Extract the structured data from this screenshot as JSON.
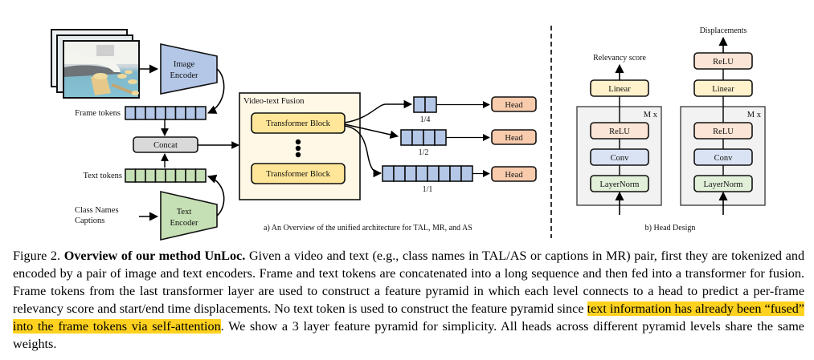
{
  "figure": {
    "left_panel": {
      "image_encoder_label": [
        "Image",
        "Encoder"
      ],
      "text_encoder_label": [
        "Text",
        "Encoder"
      ],
      "frame_tokens_label": "Frame tokens",
      "text_tokens_label": "Text tokens",
      "input_labels": [
        "Class Names",
        "Captions"
      ],
      "concat_label": "Concat",
      "fusion_title": "Video-text Fusion",
      "transformer_block_label": "Transformer Block",
      "pyramid_levels": [
        {
          "scale": "1/4",
          "tokens": 2
        },
        {
          "scale": "1/2",
          "tokens": 4
        },
        {
          "scale": "1/1",
          "tokens": 8
        }
      ],
      "head_label": "Head",
      "frame_token_count": 8,
      "text_token_count": 8,
      "subcaption": "a) An Overview of the unified architecture for TAL, MR, and AS"
    },
    "right_panel": {
      "relevancy_output": "Relevancy score",
      "displacement_output": "Displacements",
      "repeat_label": "M x",
      "linear_label": "Linear",
      "relu_label": "ReLU",
      "conv_label": "Conv",
      "layernorm_label": "LayerNorm",
      "subcaption": "b) Head Design"
    },
    "colors": {
      "frame_token": "#b4c7e7",
      "text_token": "#c5e0b4",
      "concat": "#d9d9d9",
      "fusion_bg": "#fff8e7",
      "transformer": "#ffe699",
      "head": "#f8cbad",
      "linear": "#fff2cc",
      "relu": "#fbe5d6",
      "conv": "#dae3f3",
      "layernorm": "#e2f0d9",
      "repeat_bg": "#f2f2f2",
      "highlight": "#ffd21f"
    }
  },
  "caption": {
    "prefix": "Figure 2.",
    "title": "Overview of our method UnLoc.",
    "text_1": "Given a video and text (e.g., class names in TAL/AS or captions in MR) pair, first they are tokenized and encoded by a pair of image and text encoders. Frame and text tokens are concatenated into a long sequence and then fed into a transformer for fusion. Frame tokens from the last transformer layer are used to construct a feature pyramid in which each level connects to a head to predict a per-frame relevancy score and start/end time displacements. No text token is used to construct the feature pyramid since",
    "highlighted": "text information has already been “fused” into the frame tokens via self-attention",
    "text_2": ". We show a 3 layer feature pyramid for simplicity. All heads across different pyramid levels share the same weights."
  }
}
